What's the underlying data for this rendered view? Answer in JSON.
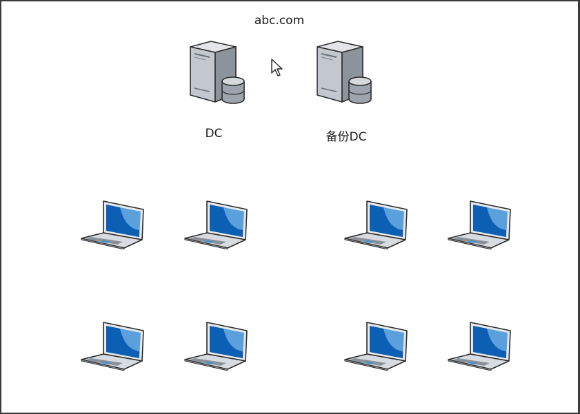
{
  "diagram": {
    "domain_title": "abc.com",
    "servers": [
      {
        "label": "DC",
        "icon": "server-icon"
      },
      {
        "label": "备份DC",
        "icon": "server-icon"
      }
    ],
    "laptops": [
      {
        "icon": "laptop-icon"
      },
      {
        "icon": "laptop-icon"
      },
      {
        "icon": "laptop-icon"
      },
      {
        "icon": "laptop-icon"
      },
      {
        "icon": "laptop-icon"
      },
      {
        "icon": "laptop-icon"
      },
      {
        "icon": "laptop-icon"
      },
      {
        "icon": "laptop-icon"
      }
    ],
    "colors": {
      "server_body": "#b9bdc4",
      "server_dark": "#7d838c",
      "screen_blue": "#1f6fc0",
      "border": "#3a3a3a"
    }
  }
}
